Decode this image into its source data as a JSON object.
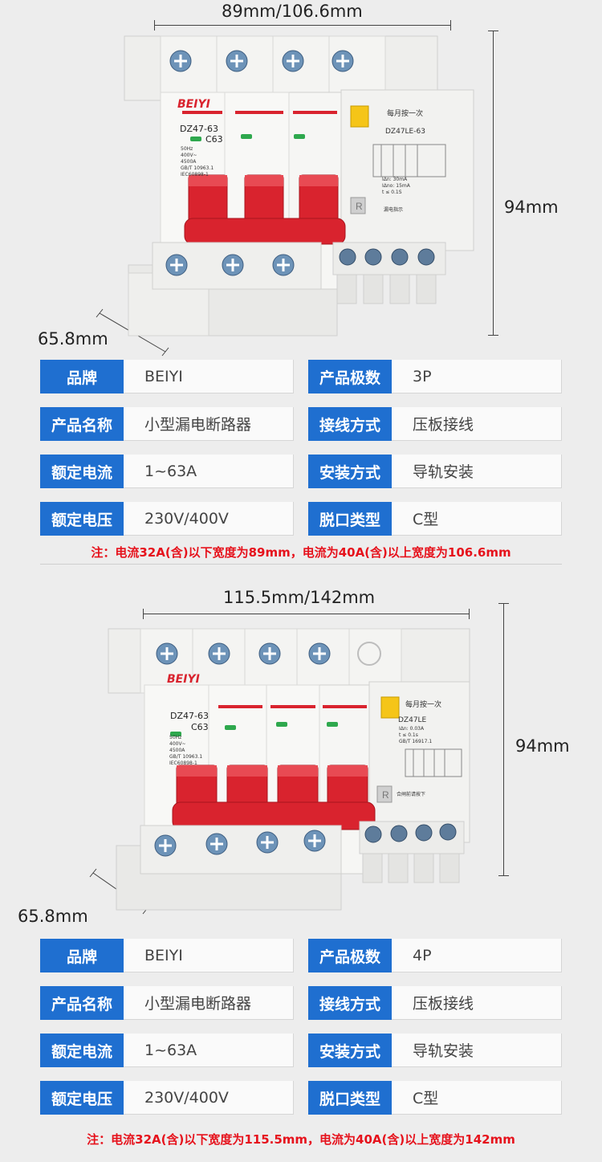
{
  "products": [
    {
      "width_label": "89mm/106.6mm",
      "height_label": "94mm",
      "depth_label": "65.8mm",
      "logo": "BEIYI",
      "breaker_model": "DZ47-63",
      "breaker_rating": "C63",
      "rcd_model": "DZ47LE-63",
      "rcd_test_label": "每月按一次",
      "rcd_indicator": "漏电指示",
      "breaker_specs": [
        "50Hz",
        "400V~",
        "4500A",
        "GB/T 10963.1",
        "IEC60898-1"
      ],
      "rcd_specs": [
        "IΔn: 30mA",
        "IΔno: 15mA",
        "t ≤ 0.1S"
      ],
      "poles": 3,
      "specs_left": [
        {
          "label": "品牌",
          "value": "BEIYI"
        },
        {
          "label": "产品名称",
          "value": "小型漏电断路器"
        },
        {
          "label": "额定电流",
          "value": "1~63A"
        },
        {
          "label": "额定电压",
          "value": "230V/400V"
        }
      ],
      "specs_right": [
        {
          "label": "产品极数",
          "value": "3P"
        },
        {
          "label": "接线方式",
          "value": "压板接线"
        },
        {
          "label": "安装方式",
          "value": "导轨安装"
        },
        {
          "label": "脱口类型",
          "value": "C型"
        }
      ],
      "note": "注：电流32A(含)以下宽度为89mm，电流为40A(含)以上宽度为106.6mm"
    },
    {
      "width_label": "115.5mm/142mm",
      "height_label": "94mm",
      "depth_label": "65.8mm",
      "logo": "BEIYI",
      "breaker_model": "DZ47-63",
      "breaker_rating": "C63",
      "rcd_model": "DZ47LE",
      "rcd_test_label": "每月按一次",
      "rcd_indicator": "合闸前请按下",
      "breaker_specs": [
        "50Hz",
        "400V~",
        "4500A",
        "GB/T 10963.1",
        "IEC60898-1"
      ],
      "rcd_specs": [
        "IΔn: 0.03A",
        "t ≤ 0.1s",
        "GB/T 16917.1"
      ],
      "poles": 4,
      "specs_left": [
        {
          "label": "品牌",
          "value": "BEIYI"
        },
        {
          "label": "产品名称",
          "value": "小型漏电断路器"
        },
        {
          "label": "额定电流",
          "value": "1~63A"
        },
        {
          "label": "额定电压",
          "value": "230V/400V"
        }
      ],
      "specs_right": [
        {
          "label": "产品极数",
          "value": "4P"
        },
        {
          "label": "接线方式",
          "value": "压板接线"
        },
        {
          "label": "安装方式",
          "value": "导轨安装"
        },
        {
          "label": "脱口类型",
          "value": "C型"
        }
      ],
      "note": "注：电流32A(含)以下宽度为115.5mm，电流为40A(含)以上宽度为142mm"
    }
  ],
  "colors": {
    "label_bg": "#1f6fd0",
    "handle_red": "#d9232e",
    "note_red": "#e6121c",
    "body_white": "#f2f2f0",
    "test_button": "#f5c518"
  }
}
